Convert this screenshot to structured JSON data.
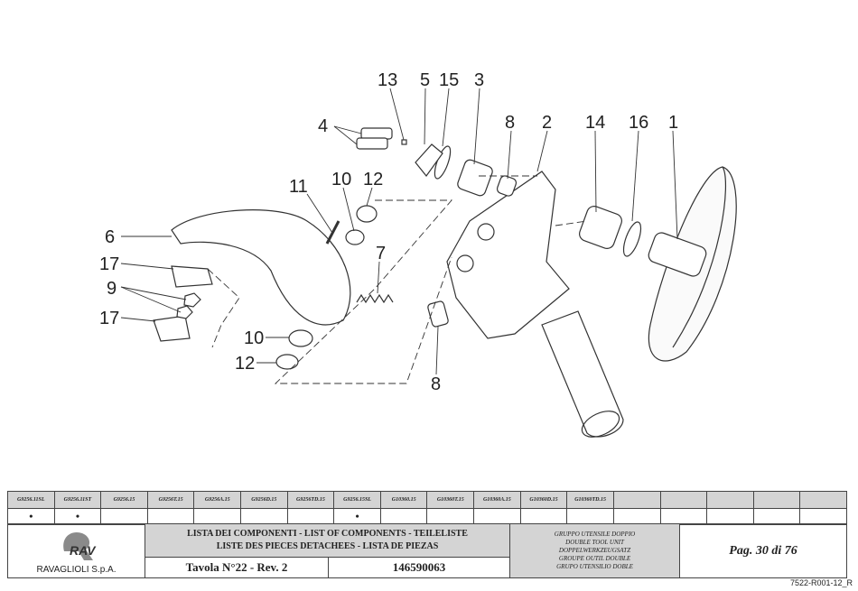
{
  "callouts": [
    "13",
    "5",
    "15",
    "3",
    "8",
    "2",
    "14",
    "16",
    "1",
    "4",
    "10",
    "12",
    "11",
    "6",
    "17",
    "9",
    "17",
    "7",
    "10",
    "12",
    "8"
  ],
  "models": {
    "codes": [
      "G9256.11SL",
      "G9256.11ST",
      "G9256.15",
      "G9256T.15",
      "G9256A.15",
      "G9256D.15",
      "G9256TD.15",
      "G9256.15SL",
      "G10360.15",
      "G10360T.15",
      "G10360A.15",
      "G10360D.15",
      "G10360TD.15",
      "",
      "",
      "",
      "",
      ""
    ],
    "marks": [
      "•",
      "•",
      "",
      "",
      "",
      "",
      "",
      "•",
      "",
      "",
      "",
      "",
      "",
      "",
      "",
      "",
      "",
      ""
    ]
  },
  "footer": {
    "company": "RAVAGLIOLI S.p.A.",
    "title_line1": "LISTA DEI COMPONENTI - LIST OF COMPONENTS - TEILELISTE",
    "title_line2": "LISTE DES PIECES DETACHEES - LISTA DE PIEZAS",
    "tavola": "Tavola N°22 - Rev. 2",
    "code": "146590063",
    "group": [
      "GRUPPO UTENSILE DOPPIO",
      "DOUBLE TOOL UNIT",
      "DOPPELWERKZEUGSATZ",
      "GROUPE OUTIL DOUBLE",
      "GRUPO UTENSILIO DOBLE"
    ],
    "page": "Pag. 30 di 76"
  },
  "doc_ref": "7522-R001-12_R",
  "logo_text": "RAV"
}
